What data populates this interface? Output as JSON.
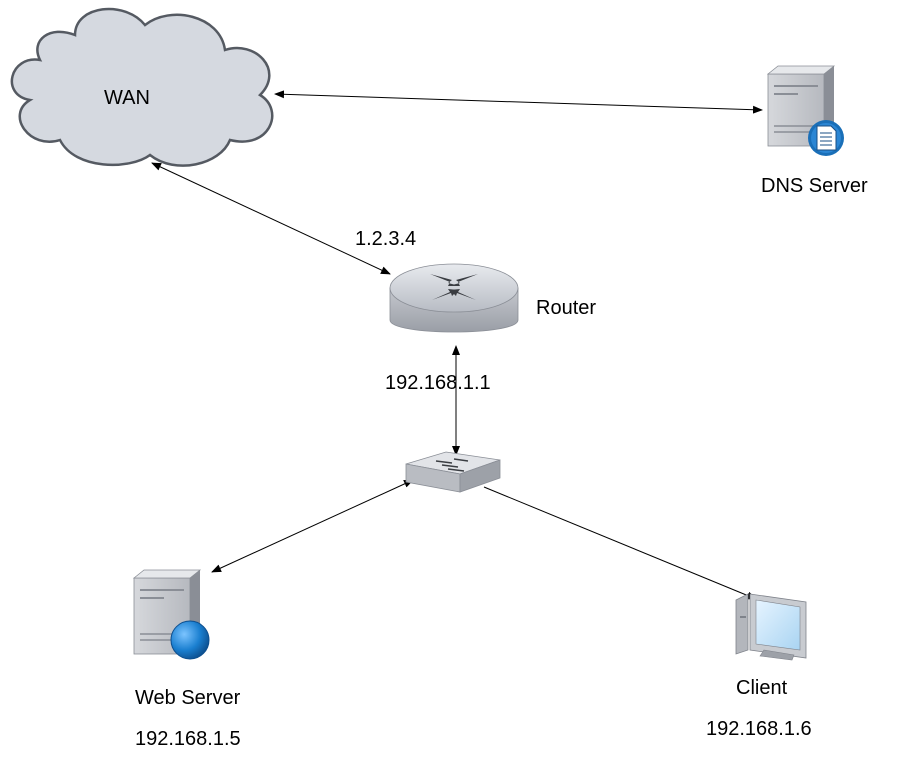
{
  "wan": {
    "label": "WAN",
    "icon": "cloud-icon",
    "fill_color": "#d5d9e0"
  },
  "dns_server": {
    "label": "DNS Server",
    "icon": "dns-server-icon"
  },
  "router": {
    "label": "Router",
    "wan_ip": "1.2.3.4",
    "lan_ip": "192.168.1.1",
    "icon": "router-icon"
  },
  "switch": {
    "icon": "switch-icon"
  },
  "web_server": {
    "label": "Web Server",
    "ip": "192.168.1.5",
    "icon": "web-server-icon"
  },
  "client": {
    "label": "Client",
    "ip": "192.168.1.6",
    "icon": "client-computer-icon"
  },
  "connections": [
    {
      "from": "wan",
      "to": "dns_server",
      "direction": "both"
    },
    {
      "from": "wan",
      "to": "router",
      "direction": "both"
    },
    {
      "from": "router",
      "to": "switch",
      "direction": "both"
    },
    {
      "from": "switch",
      "to": "web_server",
      "direction": "both"
    },
    {
      "from": "switch",
      "to": "client",
      "direction": "forward"
    }
  ],
  "colors": {
    "device_gray": "#b9bcc2",
    "globe_blue": "#1a7fd0",
    "line": "#000000"
  }
}
